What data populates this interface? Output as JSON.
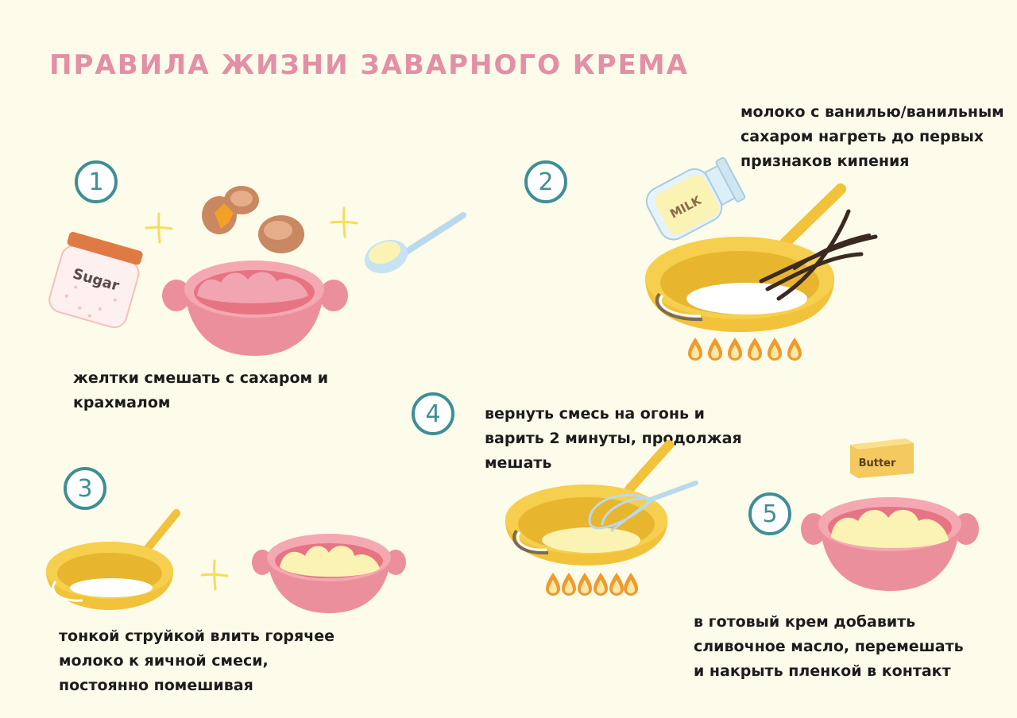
{
  "title": "ПРАВИЛА ЖИЗНИ ЗАВАРНОГО КРЕМА",
  "steps": [
    {
      "num": "1",
      "lines": [
        "желтки смешать с сахаром и",
        "крахмалом"
      ]
    },
    {
      "num": "2",
      "lines": [
        "молоко с ванилью/ванильным",
        "сахаром нагреть до первых",
        "признаков кипения"
      ]
    },
    {
      "num": "3",
      "lines": [
        "тонкой струйкой влить горячее",
        "молоко к яичной смеси,",
        "постоянно помешивая"
      ]
    },
    {
      "num": "4",
      "lines": [
        "вернуть смесь на огонь и",
        "варить 2 минуты, продолжая",
        "мешать"
      ]
    },
    {
      "num": "5",
      "lines": [
        "в готовый крем добавить",
        "сливочное масло, перемешать",
        "и накрыть пленкой в контакт"
      ]
    }
  ],
  "labels": {
    "sugar": "Sugar",
    "milk": "MILK",
    "butter": "Butter"
  },
  "icons": [
    "sugar-jar-icon",
    "eggs-icon",
    "spoon-icon",
    "bowl-icon",
    "pan-icon",
    "milk-bottle-icon",
    "vanilla-icon",
    "flame-icon",
    "whisk-icon",
    "butter-icon",
    "plus-icon"
  ],
  "colors": {
    "background": "#fdfbe9",
    "title": "#e38fa5",
    "step_ring": "#3e8e96",
    "bowl": "#ec8f9c",
    "pan": "#f2c23a",
    "cream": "#fbf3b4"
  }
}
